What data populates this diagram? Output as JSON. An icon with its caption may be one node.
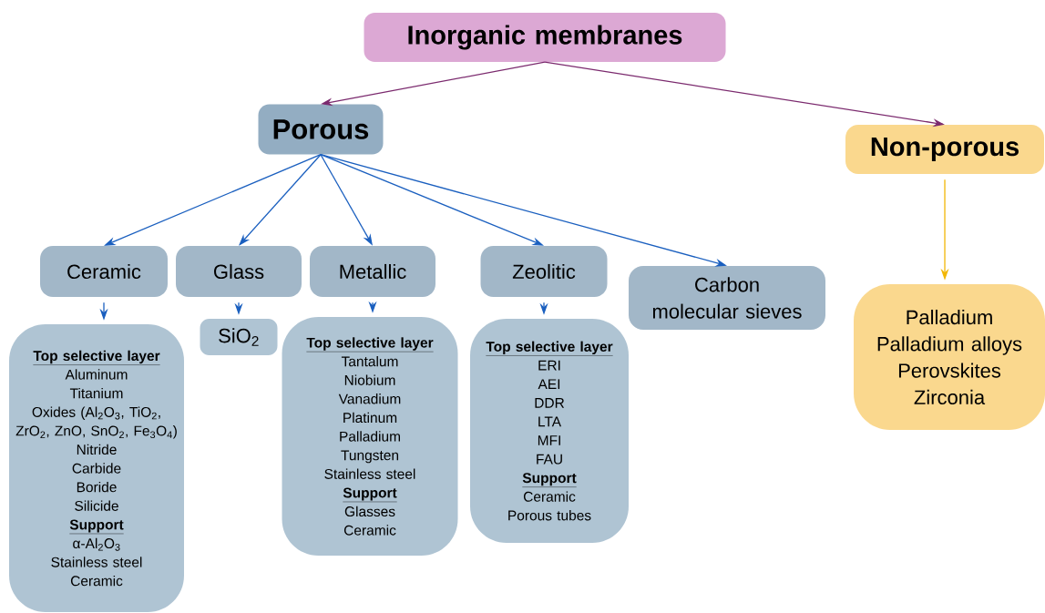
{
  "diagram": {
    "nodes": [
      {
        "text": [
          "Inorganic membranes"
        ]
      },
      {
        "text": [
          "Porous"
        ]
      },
      {
        "text": [
          "Non-porous"
        ]
      },
      {
        "text": [
          "Ceramic"
        ]
      },
      {
        "text": [
          "Glass"
        ]
      },
      {
        "text": [
          "Metallic"
        ]
      },
      {
        "text": [
          "Zeolitic"
        ]
      },
      {
        "text": [
          "Carbon molecular sieves"
        ]
      },
      {
        "text": [
          "Top selective layer",
          "Aluminum",
          "Titanium",
          "Oxides (Al$_{2}$O$_{3}$, TiO$_{2}$, ZrO$_{2}$, ZnO, SnO$_{2}$, Fe$_{3}$O$_{4}$)",
          "Nitride",
          "Carbide",
          "Boride",
          "Silicide",
          "Support",
          "α-Al$_{2}$O$_{3}$",
          "Stainless steel",
          "Ceramic"
        ]
      },
      {
        "text": [
          "SiO$_{2}$"
        ]
      },
      {
        "text": [
          "Top selective layer",
          "Tantalum",
          "Niobium",
          "Vanadium",
          "Platinum",
          "Palladium",
          "Tungsten",
          "Stainless steel",
          "Support",
          "Glasses",
          "Ceramic"
        ]
      },
      {
        "text": [
          "Top selective layer",
          "ERI",
          "AEI",
          "DDR",
          "LTA",
          "MFI",
          "FAU",
          "Support",
          "Ceramic",
          "Porous tubes"
        ]
      },
      {
        "text": [
          "Palladium",
          "Palladium alloys",
          "Perovskites",
          "Zirconia"
        ]
      }
    ],
    "edges": [
      {
        "from": 0,
        "to": 1,
        "arrow": "to",
        "color": "#7b2a6e"
      },
      {
        "from": 0,
        "to": 2,
        "arrow": "to",
        "color": "#7b2a6e"
      },
      {
        "from": 1,
        "to": 3,
        "arrow": "to"
      },
      {
        "from": 1,
        "to": 4,
        "arrow": "to"
      },
      {
        "from": 1,
        "to": 5,
        "arrow": "to"
      },
      {
        "from": 1,
        "to": 6,
        "arrow": "to"
      },
      {
        "from": 1,
        "to": 7,
        "arrow": "to"
      },
      {
        "from": 3,
        "to": 8,
        "arrow": "to"
      },
      {
        "from": 4,
        "to": 9,
        "arrow": "to"
      },
      {
        "from": 5,
        "to": 10,
        "arrow": "to"
      },
      {
        "from": 6,
        "to": 11,
        "arrow": "to"
      },
      {
        "from": 2,
        "to": 12,
        "arrow": "to",
        "color": "#f2b705"
      }
    ]
  }
}
